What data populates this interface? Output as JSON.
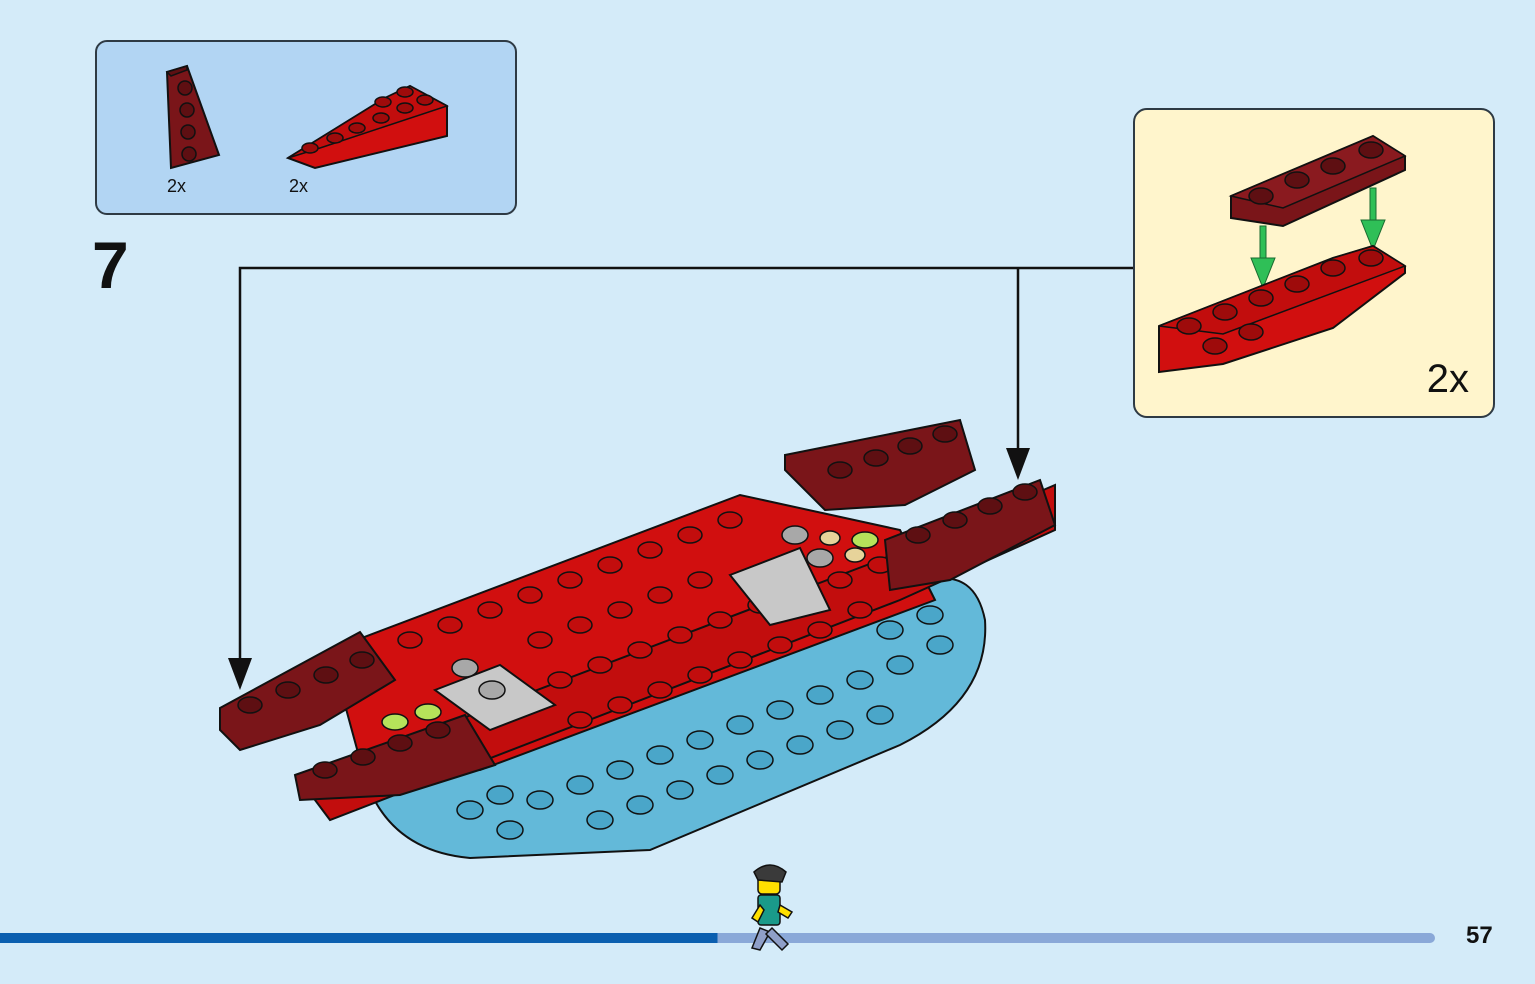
{
  "step": {
    "number": "7"
  },
  "parts_list": {
    "items": [
      {
        "part": "dark-red-wing-plate",
        "quantity": "2x"
      },
      {
        "part": "red-wedge-plate",
        "quantity": "2x"
      }
    ]
  },
  "subassembly": {
    "multiplier": "2x"
  },
  "page": {
    "number": "57"
  },
  "progress": {
    "fraction": 0.5
  },
  "colors": {
    "background": "#d4ebf9",
    "parts_box": "#b2d5f3",
    "callout": "#fff5cc",
    "red": "#d10f0f",
    "dark_red": "#7a1519",
    "base_blue": "#63b9d9",
    "arrow_green": "#2fbf57",
    "progress_done": "#0b5fb0",
    "progress_remaining": "#8aa8d8"
  }
}
